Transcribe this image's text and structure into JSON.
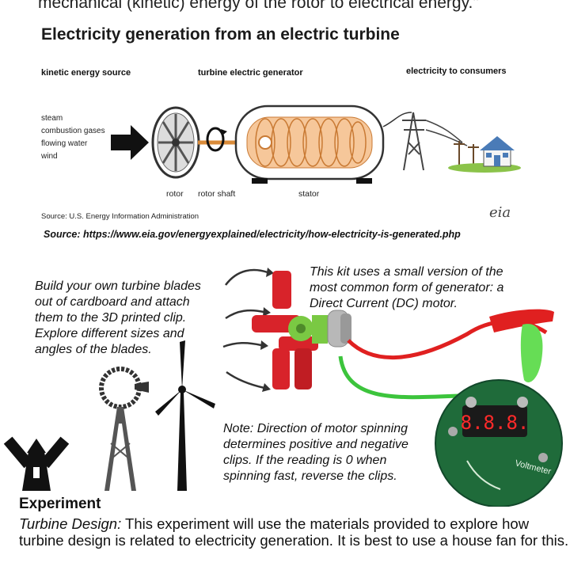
{
  "quote": {
    "text": "mechanical (kinetic) energy of the rotor to electrical energy.\""
  },
  "diagram": {
    "title": "Electricity generation from an electric turbine",
    "headers": {
      "source": "kinetic energy source",
      "generator": "turbine electric generator",
      "consumers": "electricity to consumers"
    },
    "sources": [
      "steam",
      "combustion gases",
      "flowing water",
      "wind"
    ],
    "labels": {
      "rotor": "rotor",
      "rotor_shaft": "rotor shaft",
      "stator": "stator"
    },
    "credit": "Source: U.S. Energy Information Administration",
    "logo_text": "eia"
  },
  "source_line": "Source: https://www.eia.gov/energyexplained/electricity/how-electricity-is-generated.php",
  "kit": {
    "blades_note": [
      "Build your own turbine blades",
      "out of cardboard and attach",
      "them to the 3D printed clip.",
      "Explore different sizes and",
      "angles of the blades."
    ],
    "motor_note": [
      "This kit uses a small version of the",
      "most common form of generator: a",
      "Direct Current (DC) motor."
    ],
    "direction_note": [
      "Note: Direction of motor spinning",
      "determines positive and negative",
      "clips.  If the reading is 0 when",
      "spinning fast, reverse the clips."
    ],
    "voltmeter_label": "Voltmeter",
    "display_text": "8.8.8."
  },
  "experiment": {
    "heading": "Experiment",
    "lead": "Turbine Design:",
    "body": "  This experiment will use the materials provided to explore how turbine design is related to electricity generation.  It is best to use a house fan for this."
  },
  "colors": {
    "clip_red": "#d8232a",
    "clip_green": "#7ac943",
    "wire_green": "#3cc43c",
    "wire_red": "#e02020",
    "board_green": "#1f6b3a",
    "display_red": "#ff2a2a",
    "stator_orange": "#f4a460",
    "ground_green": "#8bc34a"
  }
}
